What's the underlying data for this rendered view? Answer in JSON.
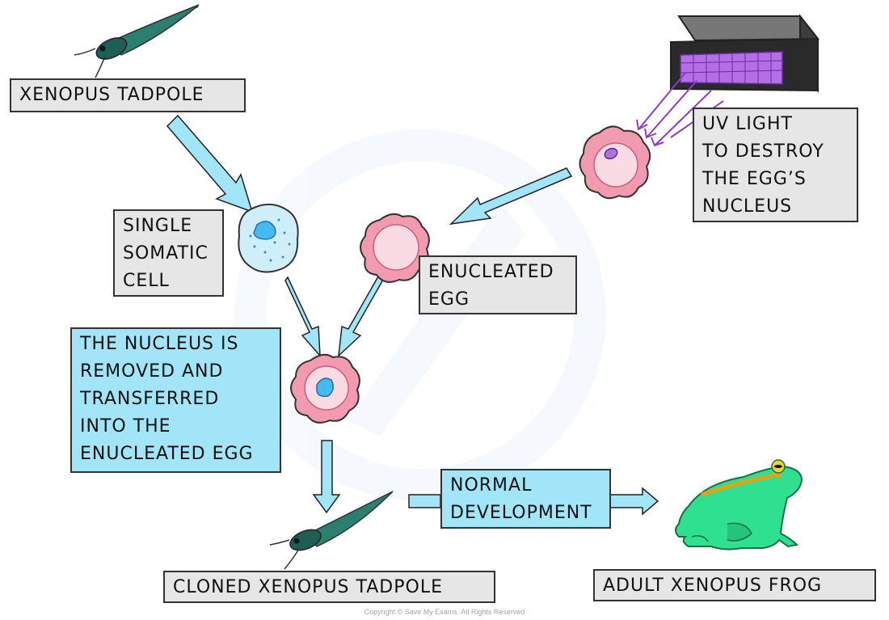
{
  "labels": {
    "tadpole": "XENOPUS TADPOLE",
    "somatic": "SINGLE\nSOMATIC\nCELL",
    "uv": "UV LIGHT\nTO DESTROY\nTHE EGG’S\nNUCLEUS",
    "enucleated": "ENUCLEATED\nEGG",
    "transfer": "THE NUCLEUS IS\nREMOVED AND\nTRANSFERRED\nINTO THE\nENUCLEATED EGG",
    "development": "NORMAL\nDEVELOPMENT",
    "cloned": "CLONED XENOPUS TADPOLE",
    "adult": "ADULT XENOPUS FROG"
  },
  "copyright": "Copyright © Save My Exams. All Rights Reserved",
  "colors": {
    "arrow_fill": "#a3e5f8",
    "egg_membrane": "#f29bb0",
    "egg_cytoplasm": "#fbdbe3",
    "nucleus": "#47b9ee",
    "uv_light": "#8c3cc8",
    "frog": "#2ee08f"
  }
}
